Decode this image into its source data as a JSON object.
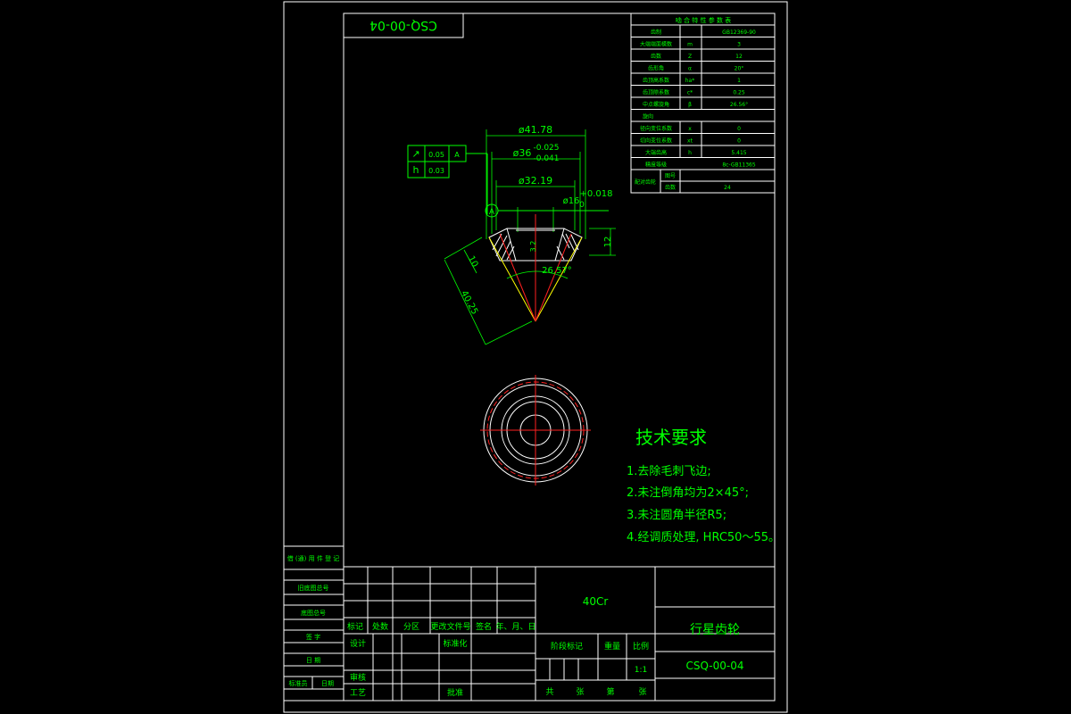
{
  "drawing_number": "CSQ-00-04",
  "drawing_number_mirrored": "CSQ-00-04",
  "param_table": {
    "title": "啮 合 特 性 参 数 表",
    "rows": [
      {
        "name": "齿制",
        "sym": "",
        "val": "GB12369-90"
      },
      {
        "name": "大端端面模数",
        "sym": "m",
        "val": "3"
      },
      {
        "name": "齿数",
        "sym": "Z",
        "val": "12"
      },
      {
        "name": "齿形角",
        "sym": "α",
        "val": "20°"
      },
      {
        "name": "齿顶高系数",
        "sym": "ha*",
        "val": "1"
      },
      {
        "name": "齿顶隙系数",
        "sym": "c*",
        "val": "0.25"
      },
      {
        "name": "中点螺旋角",
        "sym": "β",
        "val": "26.56°"
      },
      {
        "name": "旋向",
        "sym": "",
        "val": ""
      },
      {
        "name": "径向变位系数",
        "sym": "x",
        "val": "0"
      },
      {
        "name": "切向变位系数",
        "sym": "xt",
        "val": "0"
      },
      {
        "name": "大端齿高",
        "sym": "h",
        "val": "5.415"
      },
      {
        "name": "精度等级",
        "sym": "",
        "val": "8c-GB11365"
      }
    ],
    "mating": {
      "label": "配对齿轮",
      "r1": "图号",
      "r2": "齿数",
      "r2v": "24"
    }
  },
  "tolerance_frame": {
    "row1": {
      "symbol": "↗",
      "value": "0.05",
      "datum": "A"
    },
    "row2": {
      "symbol": "h",
      "value": "0.03"
    }
  },
  "dimensions": {
    "d1": "ø41.78",
    "d2": "ø36",
    "d2_upper": "-0.025",
    "d2_lower": "-0.041",
    "d3": "ø32.19",
    "d4": "ø16",
    "d4_tol": "+0.018",
    "d4_tol0": "0",
    "h12": "12",
    "h10": "10",
    "len": "40.25",
    "angle": "26.57°",
    "small": "3.2",
    "datum": "A"
  },
  "tech_req": {
    "title": "技术要求",
    "items": [
      "1.去除毛刺飞边;",
      "2.未注倒角均为2×45°;",
      "3.未注圆角半径R5;",
      "4.经调质处理, HRC50～55。"
    ]
  },
  "title_block": {
    "material": "40Cr",
    "part_name": "行星齿轮",
    "part_number": "CSQ-00-04",
    "scale": "1:1",
    "ratio_label": "比例",
    "weight_label": "重量",
    "stage_label": "阶段标记",
    "sheets": [
      "共",
      "张",
      "第",
      "张"
    ],
    "headers": [
      "标记",
      "处数",
      "分区",
      "更改文件号",
      "签名",
      "年、月、日"
    ],
    "design": "设计",
    "standard": "标准化",
    "review": "审核",
    "process": "工艺",
    "approve": "批准"
  },
  "side_block": {
    "items": [
      "借 (通) 用 件 登 记",
      "旧底图总号",
      "底图总号",
      "签 字",
      "日 期",
      "标准员",
      "日期"
    ]
  }
}
